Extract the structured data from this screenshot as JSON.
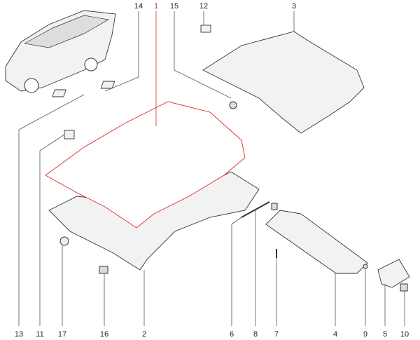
{
  "diagram": {
    "highlight_color": "#e0262b",
    "callouts_top": [
      {
        "number": "14"
      },
      {
        "number": "1",
        "highlighted": true
      },
      {
        "number": "15"
      },
      {
        "number": "12"
      },
      {
        "number": "3"
      }
    ],
    "callouts_bottom": [
      {
        "number": "13"
      },
      {
        "number": "11"
      },
      {
        "number": "17"
      },
      {
        "number": "16"
      },
      {
        "number": "2"
      },
      {
        "number": "6"
      },
      {
        "number": "8"
      },
      {
        "number": "7"
      },
      {
        "number": "4"
      },
      {
        "number": "9"
      },
      {
        "number": "5"
      },
      {
        "number": "10"
      }
    ]
  }
}
